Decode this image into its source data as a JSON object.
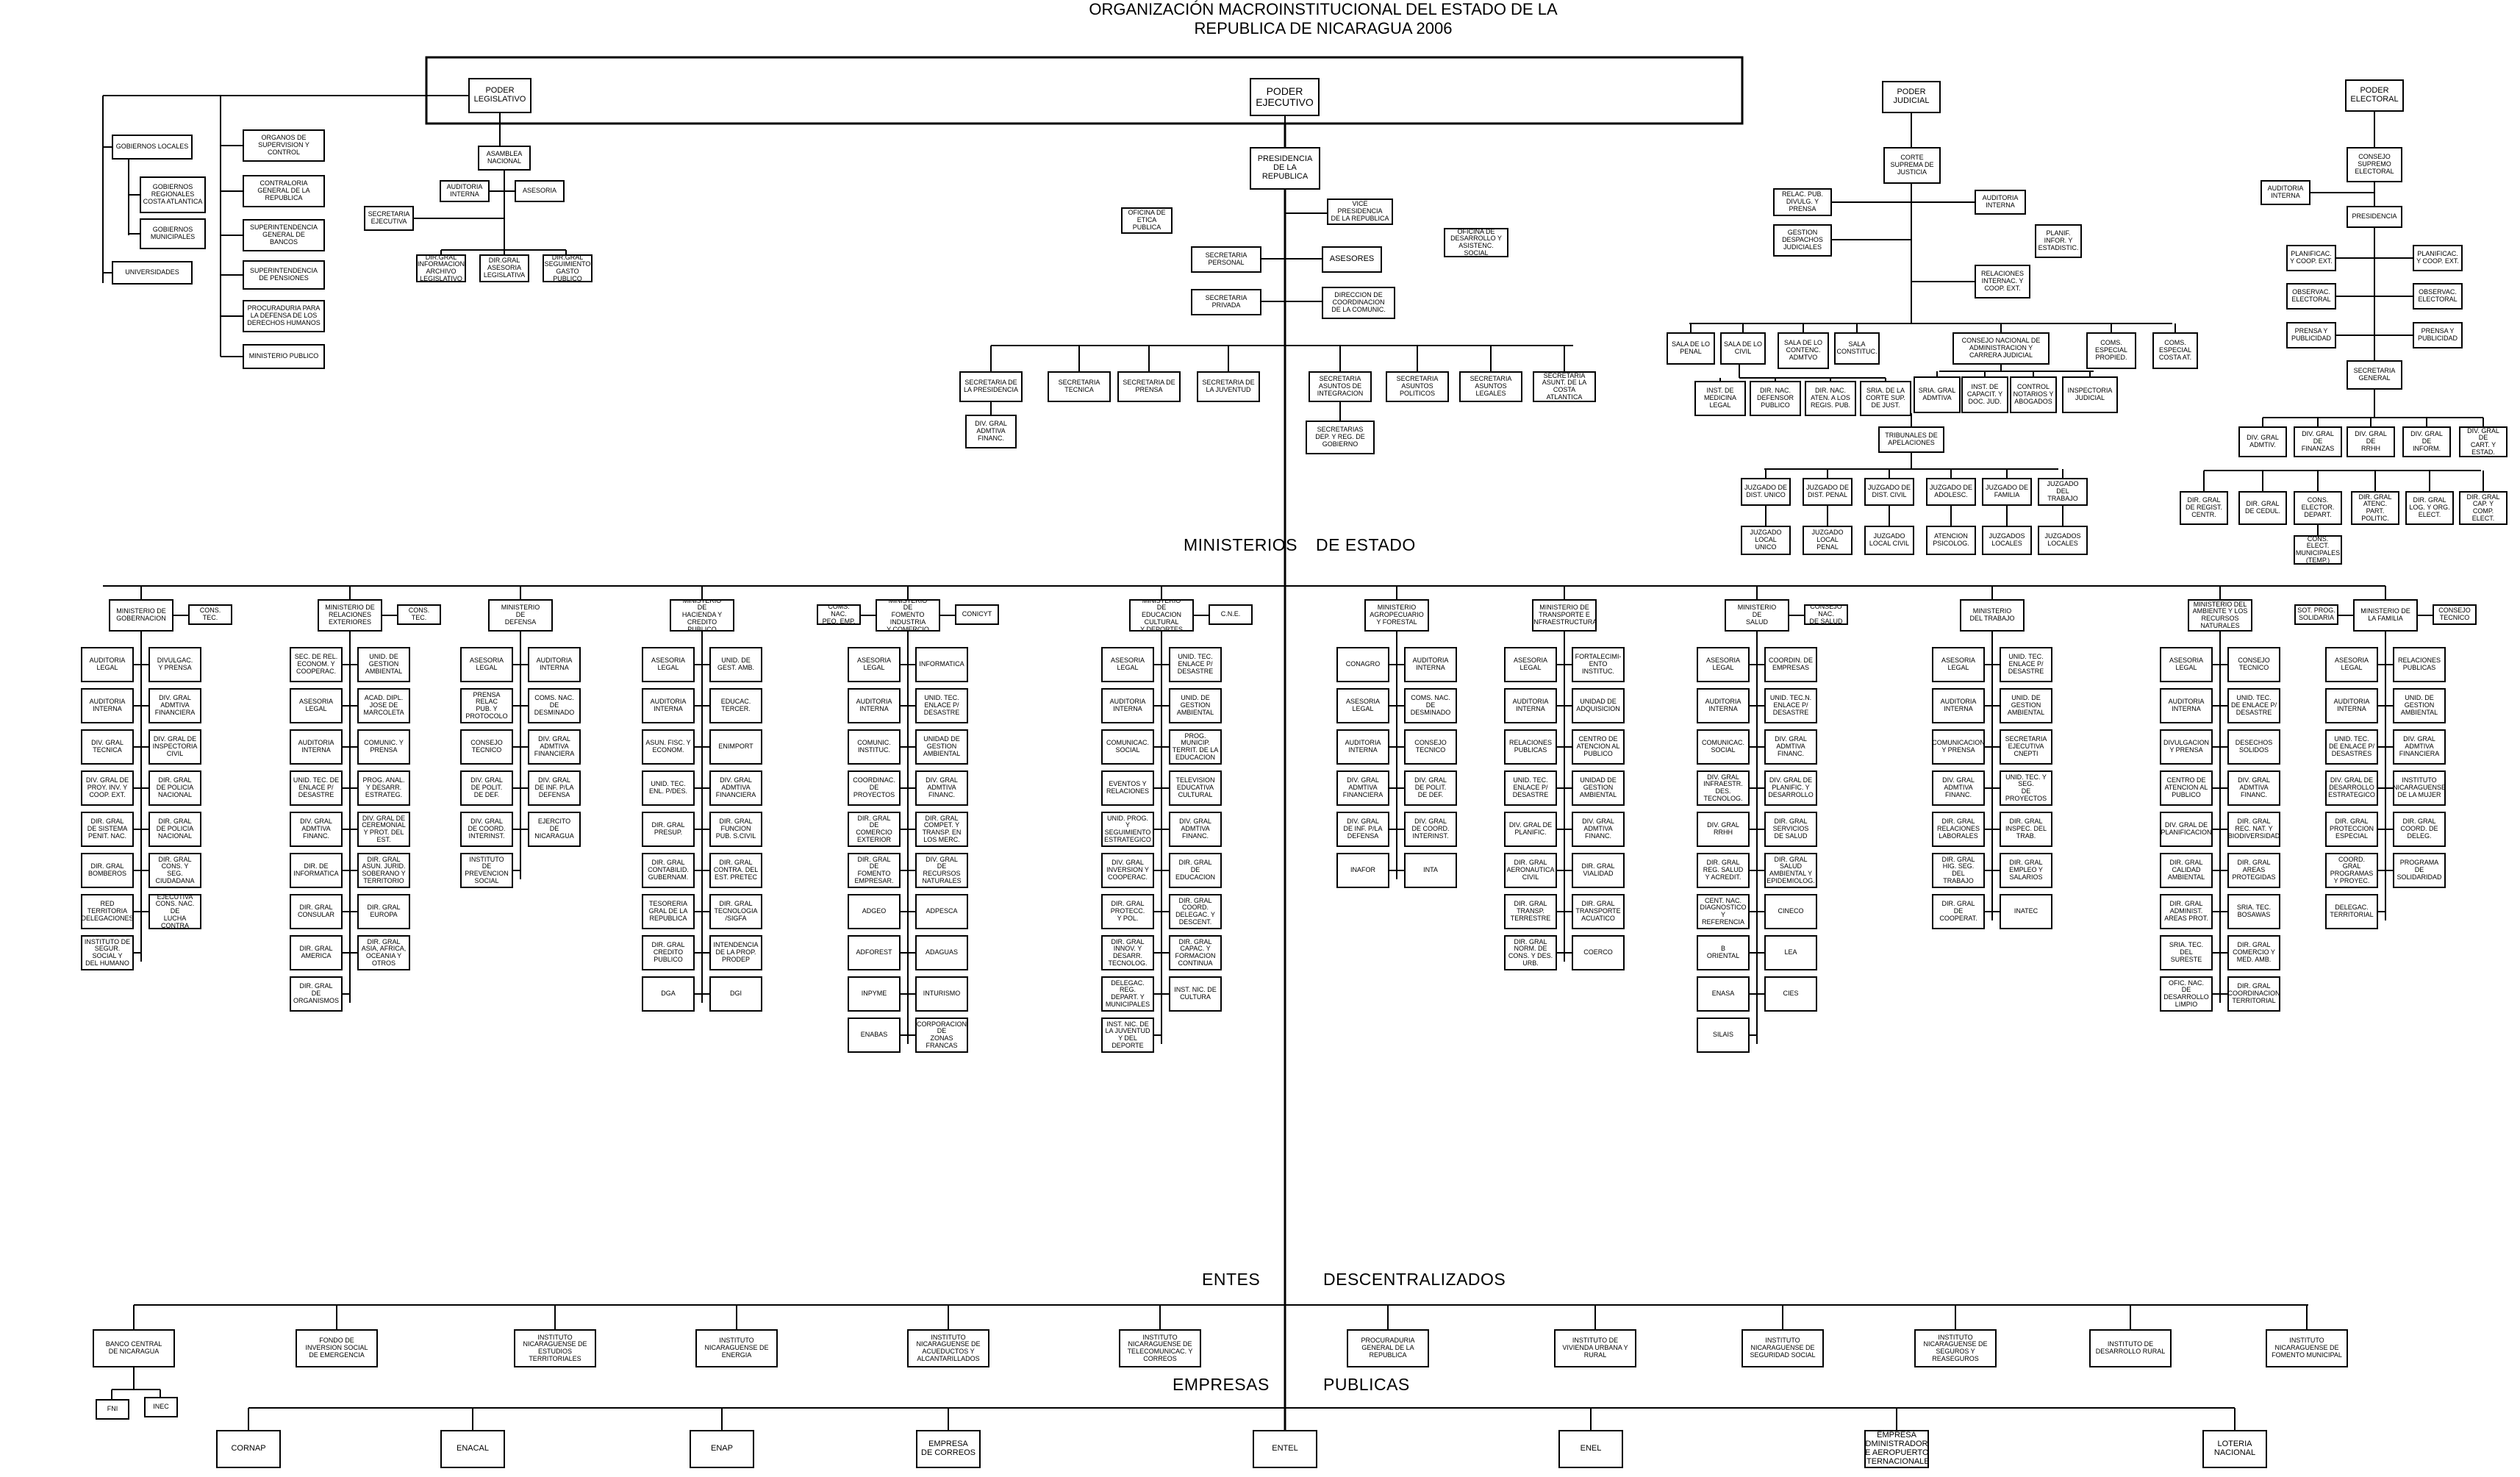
{
  "title": {
    "line1": "ORGANIZACIÓN MACROINSTITUCIONAL DEL ESTADO DE LA",
    "line2": "REPUBLICA DE NICARAGUA 2006"
  },
  "section_labels": {
    "ministerios": "MINISTERIOS",
    "de_estado": "DE ESTADO",
    "entes": "ENTES",
    "descentralizados": "DESCENTRALIZADOS",
    "empresas": "EMPRESAS",
    "publicas": "PUBLICAS"
  },
  "powers": {
    "legislativo": "PODER\nLEGISLATIVO",
    "ejecutivo": "PODER\nEJECUTIVO",
    "judicial": "PODER\nJUDICIAL",
    "electoral": "PODER\nELECTORAL"
  },
  "legislativo_side": {
    "gobiernos_locales": "GOBIERNOS LOCALES",
    "gob_regionales": "GOBIERNOS\nREGIONALES\nCOSTA ATLANTICA",
    "gob_municipales": "GOBIERNOS\nMUNICIPALES",
    "universidades": "UNIVERSIDADES",
    "organos_supervision": "ORGANOS DE\nSUPERVISION Y\nCONTROL",
    "contraloria": "CONTRALORIA\nGENERAL DE LA\nREPUBLICA",
    "superintendencia_bancos": "SUPERINTENDENCIA\nGENERAL DE\nBANCOS",
    "superintendencia_pensiones": "SUPERINTENDENCIA\nDE PENSIONES",
    "procuraduria_ddhh": "PROCURADURIA PARA\nLA DEFENSA DE LOS\nDERECHOS HUMANOS",
    "ministerio_publico": "MINISTERIO PUBLICO",
    "asamblea": "ASAMBLEA\nNACIONAL",
    "auditoria": "AUDITORIA\nINTERNA",
    "asesoria": "ASESORIA",
    "secretaria_ejecutiva": "SECRETARIA\nEJECUTIVA",
    "dir_informacion": "DIR.GRAL\nINFORMACION\nARCHIVO\nLEGISLATIVO",
    "dir_asesoria": "DIR.GRAL\nASESORIA\nLEGISLATIVA",
    "dir_seguimiento": "DIR.GRAL\nSEGUIMIENTO\nGASTO PUBLICO"
  },
  "ejecutivo_side": {
    "presidencia": "PRESIDENCIA\nDE LA\nREPUBLICA",
    "vicepresidencia": "VICE PRESIDENCIA\nDE LA REPUBLICA",
    "etica": "OFICINA DE\nETICA PUBLICA",
    "desarrollo": "OFICINA DE\nDESARROLLO Y\nASISTENC. SOCIAL",
    "sec_personal": "SECRETARIA\nPERSONAL",
    "asesores": "ASESORES",
    "sec_privada": "SECRETARIA\nPRIVADA",
    "coordinacion": "DIRECCION DE\nCOORDINACION\nDE LA COMUNIC.",
    "sec_presidencia": "SECRETARIA DE\nLA PRESIDENCIA",
    "sec_tecnica": "SECRETARIA\nTECNICA",
    "sec_prensa": "SECRETARIA DE\nPRENSA",
    "sec_juventud": "SECRETARIA DE\nLA JUVENTUD",
    "sec_integracion": "SECRETARIA\nASUNTOS DE\nINTEGRACION",
    "sec_politicos": "SECRETARIA\nASUNTOS\nPOLITICOS",
    "sec_legales": "SECRETARIA\nASUNTOS\nLEGALES",
    "sec_costa": "SECRETARIA\nASUNT. DE LA\nCOSTA ATLANTICA",
    "dir_admin_financ": "DIV. GRAL\nADMTIVA\nFINANC.",
    "sec_reg_gobierno": "SECRETARIAS\nDEP. Y REG. DE\nGOBIERNO"
  },
  "judicial_side": {
    "corte": "CORTE\nSUPREMA DE\nJUSTICIA",
    "relac_publ": "RELAC. PUB.\nDIVULG. Y\nPRENSA",
    "auditoria": "AUDITORIA\nINTERNA",
    "gestion": "GESTION\nDESPACHOS\nJUDICIALES",
    "planif": "PLANIF.\nINFOR. Y\nESTADISTIC.",
    "relaciones": "RELACIONES\nINTERNAC. Y\nCOOP. EXT.",
    "sala_penal": "SALA DE LO\nPENAL",
    "sala_civil": "SALA DE LO\nCIVIL",
    "sala_contenc": "SALA DE LO\nCONTENC.\nADMTVO",
    "sala_constit": "SALA\nCONSTITUC.",
    "consejo_nac": "CONSEJO NACIONAL DE\nADMINISTRACION Y\nCARRERA JUDICIAL",
    "com_propied": "COMS.\nESPECIAL\nPROPIED.",
    "com_costa": "COMS.\nESPECIAL\nCOSTA AT.",
    "inst_medicina": "INST. DE\nMEDICINA\nLEGAL",
    "dir_defensor": "DIR. NAC.\nDEFENSOR\nPUBLICO",
    "dir_aten_regis": "DIR. NAC.\nATEN. A LOS\nREGIS. PUB.",
    "sria_corte": "SRIA. DE LA\nCORTE SUP.\nDE JUST.",
    "sria_admin": "SRIA. GRAL\nADMTIVA",
    "inst_capacit": "INST. DE\nCAPACIT. Y\nDOC. JUD.",
    "control_notarios": "CONTROL\nNOTARIOS Y\nABOGADOS",
    "inspectoria": "INSPECTORIA\nJUDICIAL",
    "tribunales": "TRIBUNALES DE\nAPELACIONES",
    "juz_unico": "JUZGADO DE\nDIST. UNICO",
    "juz_penal": "JUZGADO DE\nDIST. PENAL",
    "juz_civil": "JUZGADO DE\nDIST. CIVIL",
    "juz_adolesc": "JUZGADO DE\nADOLESC.",
    "juz_familia": "JUZGADO DE\nFAMILIA",
    "juz_trabajo": "JUZGADO\nDEL TRABAJO",
    "loc_unico": "JUZGADO\nLOCAL UNICO",
    "loc_penal": "JUZGADO\nLOCAL PENAL",
    "loc_civil": "JUZGADO\nLOCAL CIVIL",
    "atencion": "ATENCION\nPSICOLOG.",
    "juz_locales": "JUZGADOS\nLOCALES",
    "juz_locales2": "JUZGADOS\nLOCALES"
  },
  "electoral_side": {
    "consejo": "CONSEJO\nSUPREMO\nELECTORAL",
    "auditoria": "AUDITORIA\nINTERNA",
    "presidencia": "PRESIDENCIA",
    "planific1": "PLANIFICAC.\nY COOP. EXT.",
    "planific2": "PLANIFICAC.\nY COOP. EXT.",
    "observ1": "OBSERVAC.\nELECTORAL",
    "observ2": "OBSERVAC.\nELECTORAL",
    "prensa1": "PRENSA Y\nPUBLICIDAD",
    "prensa2": "PRENSA Y\nPUBLICIDAD",
    "secretaria": "SECRETARIA\nGENERAL",
    "admin": "DIV. GRAL\nADMTIV.",
    "finanzas": "DIV. GRAL DE\nFINANZAS",
    "rrhh": "DIV. GRAL DE\nRRHH",
    "inform": "DIV. GRAL DE\nINFORM.",
    "cart": "DIV. GRAL DE\nCART. Y\nESTAD.",
    "regist": "DIR. GRAL\nDE REGIST.\nCENTR.",
    "cedul": "DIR. GRAL\nDE CEDUL.",
    "cons_elector": "CONS.\nELECTOR.\nDEPART.",
    "atenc_polit": "DIR. GRAL\nATENC. PART.\nPOLITIC.",
    "log_org": "DIR. GRAL\nLOG. Y ORG.\nELECT.",
    "cap_comp": "DIR. GRAL\nCAP. Y COMP.\nELECT.",
    "cons_municip": "CONS. ELECT.\nMUNICIPALES\n(TEMP.)"
  },
  "ministries": [
    {
      "name": "MINISTERIO DE\nGOBERNACION",
      "side": "CONS.\nTEC.",
      "items": [
        "AUDITORIA\nLEGAL",
        "DIVULGAC.\nY PRENSA",
        "AUDITORIA\nINTERNA",
        "DIV. GRAL\nADMTIVA\nFINANCIERA",
        "DIV. GRAL\nTECNICA",
        "DIV. GRAL DE\nINSPECTORIA\nCIVIL",
        "DIV. GRAL DE\nPROY. INV. Y\nCOOP. EXT.",
        "DIR. GRAL\nDE POLICIA\nNACIONAL",
        "DIR. GRAL\nDE SISTEMA\nPENIT. NAC.",
        "DIR. GRAL\nDE POLICIA\nNACIONAL",
        "DIR. GRAL\nBOMBEROS",
        "DIR. GRAL\nCONS. Y\nSEG.\nCIUDADANA",
        "RED\nTERRITORIA\nDELEGACIONES",
        "SRIA. EJECUTIVA\nCONS. NAC. DE\nLUCHA CONTRA\nLAS DROGAS",
        "INSTITUTO DE\nSEGUR. SOCIAL Y\nDEL HUMANO"
      ]
    },
    {
      "name": "MINISTERIO DE\nRELACIONES\nEXTERIORES",
      "side": "CONS.\nTEC.",
      "items": [
        "SEC. DE REL.\nECONOM. Y\nCOOPERAC.",
        "UNID. DE\nGESTION\nAMBIENTAL",
        "ASESORIA\nLEGAL",
        "ACAD. DIPL.\nJOSE DE\nMARCOLETA",
        "AUDITORIA\nINTERNA",
        "COMUNIC. Y\nPRENSA",
        "UNID. TEC. DE\nENLACE P/\nDESASTRE",
        "PROG. ANAL.\nY DESARR.\nESTRATEG.",
        "DIV. GRAL\nADMTIVA\nFINANC.",
        "DIV. GRAL DE\nCEREMONIAL\nY PROT. DEL\nEST.",
        "DIR. DE\nINFORMATICA",
        "DIR. GRAL\nASUN. JURID.\nSOBERANO Y\nTERRITORIO",
        "DIR. GRAL\nCONSULAR",
        "DIR. GRAL\nEUROPA",
        "DIR. GRAL\nAMERICA",
        "DIR. GRAL\nASIA, AFRICA,\nOCEANIA Y\nOTROS",
        "DIR. GRAL\nDE\nORGANISMOS"
      ]
    },
    {
      "name": "MINISTERIO\nDE\nDEFENSA",
      "items": [
        "ASESORIA\nLEGAL",
        "AUDITORIA\nINTERNA",
        "PRENSA RELAC\nPUB. Y\nPROTOCOLO",
        "COMS. NAC.\nDE\nDESMINADO",
        "CONSEJO\nTECNICO",
        "DIV. GRAL\nADMTIVA\nFINANCIERA",
        "DIV. GRAL\nDE POLIT.\nDE DEF.",
        "DIV. GRAL\nDE INF. P/LA\nDEFENSA",
        "DIV. GRAL\nDE COORD.\nINTERINST.",
        "EJERCITO\nDE\nNICARAGUA",
        "INSTITUTO\nDE\nPREVENCION\nSOCIAL"
      ]
    },
    {
      "name": "MINISTERIO\nDE\nHACIENDA Y\nCREDITO PUBLICO",
      "items": [
        "ASESORIA\nLEGAL",
        "UNID. DE\nGEST. AMB.",
        "AUDITORIA\nINTERNA",
        "EDUCAC.\nTERCER.",
        "ASUN. FISC. Y\nECONOM.",
        "ENIMPORT",
        "UNID. TEC.\nENL. P/DES.",
        "DIV. GRAL\nADMTIVA\nFINANCIERA",
        "DIR. GRAL\nPRESUP.",
        "DIR. GRAL\nFUNCION\nPUB. S.CIVIL",
        "DIR. GRAL\nCONTABILID.\nGUBERNAM.",
        "DIR. GRAL\nCONTRA. DEL\nEST. PRETEC",
        "TESORERIA\nGRAL DE LA\nREPUBLICA",
        "DIR. GRAL\nTECNOLOGIA\n/SIGFA",
        "DIR. GRAL\nCREDITO\nPUBLICO",
        "INTENDENCIA\nDE LA PROP.\nPRODEP",
        "DGA",
        "DGI"
      ]
    },
    {
      "name": "MINISTERIO\nDE\nFOMENTO INDUSTRIA\nY COMERCIO",
      "side": "CONICYT",
      "side2": "COMS. NAC.\nPEQ. EMP.",
      "items": [
        "ASESORIA\nLEGAL",
        "INFORMATICA",
        "AUDITORIA\nINTERNA",
        "UNID. TEC.\nENLACE P/\nDESASTRE",
        "COMUNIC.\nINSTITUC.",
        "UNIDAD DE\nGESTION\nAMBIENTAL",
        "COORDINAC.\nDE\nPROYECTOS",
        "DIV. GRAL\nADMTIVA\nFINANC.",
        "DIR. GRAL\nDE\nCOMERCIO\nEXTERIOR",
        "DIR. GRAL\nCOMPET. Y\nTRANSP. EN\nLOS MERC.",
        "DIR. GRAL\nDE\nFOMENTO\nEMPRESAR.",
        "DIV. GRAL\nDE\nRECURSOS\nNATURALES",
        "ADGEO",
        "ADPESCA",
        "ADFOREST",
        "ADAGUAS",
        "INPYME",
        "INTURISMO",
        "ENABAS",
        "CORPORACION DE\nZONAS FRANCAS"
      ]
    },
    {
      "name": "MINISTERIO\nDE\nEDUCACION CULTURAL\nY DEPORTES",
      "side": "C.N.E.",
      "items": [
        "ASESORIA\nLEGAL",
        "UNID. TEC.\nENLACE P/\nDESASTRE",
        "AUDITORIA\nINTERNA",
        "UNID. DE\nGESTION\nAMBIENTAL",
        "COMUNICAC.\nSOCIAL",
        "PROG. MUNICIP.\nTERRIT. DE LA\nEDUCACION",
        "EVENTOS Y\nRELACIONES",
        "TELEVISION\nEDUCATIVA\nCULTURAL",
        "UNID. PROG. Y\nSEGUIMIENTO\nESTRATEGICO",
        "DIV. GRAL\nADMTIVA\nFINANC.",
        "DIV. GRAL\nINVERSION Y\nCOOPERAC.",
        "DIR. GRAL\nDE\nEDUCACION",
        "DIR. GRAL\nPROTECC.\nY POL.",
        "DIR. GRAL\nCOORD.\nDELEGAC. Y\nDESCENT.",
        "DIR. GRAL\nINNOV. Y\nDESARR.\nTECNOLOG.",
        "DIR. GRAL\nCAPAC. Y\nFORMACION\nCONTINUA",
        "DELEGAC.\nREG.\nDEPART. Y\nMUNICIPALES",
        "INST. NIC. DE\nCULTURA",
        "INST. NIC. DE\nLA JUVENTUD\nY DEL\nDEPORTE"
      ]
    },
    {
      "name": "MINISTERIO\nAGROPECUARIO\nY FORESTAL",
      "items": [
        "CONAGRO",
        "AUDITORIA\nINTERNA",
        "ASESORIA\nLEGAL",
        "COMS. NAC.\nDE\nDESMINADO",
        "AUDITORIA\nINTERNA",
        "CONSEJO\nTECNICO",
        "DIV. GRAL\nADMTIVA\nFINANCIERA",
        "DIV. GRAL\nDE POLIT.\nDE DEF.",
        "DIV. GRAL\nDE INF. P/LA\nDEFENSA",
        "DIV. GRAL\nDE COORD.\nINTERINST.",
        "INAFOR",
        "INTA"
      ]
    },
    {
      "name": "MINISTERIO DE\nTRANSPORTE E\nINFRAESTRUCTURA",
      "items": [
        "ASESORIA\nLEGAL",
        "FORTALECIMI-\nENTO INSTITUC.",
        "AUDITORIA\nINTERNA",
        "UNIDAD DE\nADQUISICION",
        "RELACIONES\nPUBLICAS",
        "CENTRO DE\nATENCION AL\nPUBLICO",
        "UNID. TEC.\nENLACE P/\nDESASTRE",
        "UNIDAD DE\nGESTION\nAMBIENTAL",
        "DIV. GRAL DE\nPLANIFIC.",
        "DIV. GRAL\nADMTIVA\nFINANC.",
        "DIR. GRAL\nAERONAUTICA\nCIVIL",
        "DIR. GRAL\nVIALIDAD",
        "DIR. GRAL\nTRANSP.\nTERRESTRE",
        "DIR. GRAL\nTRANSPORTE\nACUATICO",
        "DIR. GRAL\nNORM. DE\nCONS. Y DES.\nURB.",
        "COERCO"
      ]
    },
    {
      "name": "MINISTERIO\nDE\nSALUD",
      "side": "CONSEJO NAC.\nDE SALUD",
      "items": [
        "ASESORIA\nLEGAL",
        "COORDIN. DE\nEMPRESAS",
        "AUDITORIA\nINTERNA",
        "UNID. TEC.N.\nENLACE P/\nDESASTRE",
        "COMUNICAC.\nSOCIAL",
        "DIV. GRAL\nADMTIVA\nFINANC.",
        "DIV. GRAL\nINFRAESTR.\nDES.\nTECNOLOG.",
        "DIV. GRAL DE\nPLANIFIC. Y\nDESARROLLO",
        "DIV. GRAL\nRRHH",
        "DIR. GRAL\nSERVICIOS\nDE SALUD",
        "DIR. GRAL\nREG. SALUD\nY ACREDIT.",
        "DIR. GRAL\nSALUD\nAMBIENTAL Y\nEPIDEMIOLOG.",
        "CENT. NAC.\nDIAGNOSTICO\nY\nREFERENCIA",
        "CINECO",
        "B\nORIENTAL",
        "LEA",
        "ENASA",
        "CIES",
        "SILAIS"
      ]
    },
    {
      "name": "MINISTERIO\nDEL TRABAJO",
      "items": [
        "ASESORIA\nLEGAL",
        "UNID. TEC.\nENLACE P/\nDESASTRE",
        "AUDITORIA\nINTERNA",
        "UNID. DE\nGESTION\nAMBIENTAL",
        "COMUNICACION\nY PRENSA",
        "SECRETARIA\nEJECUTIVA\nCNEPTI",
        "DIV. GRAL\nADMTIVA\nFINANC.",
        "UNID. TEC. Y SEG.\nDE\nPROYECTOS",
        "DIR. GRAL\nRELACIONES\nLABORALES",
        "DIR. GRAL\nINSPEC. DEL\nTRAB.",
        "DIR. GRAL\nHIG. SEG.\nDEL\nTRABAJO",
        "DIR. GRAL\nEMPLEO Y\nSALARIOS",
        "DIR. GRAL\nDE\nCOOPERAT.",
        "INATEC"
      ]
    },
    {
      "name": "MINISTERIO DEL\nAMBIENTE Y LOS\nRECURSOS\nNATURALES",
      "items": [
        "ASESORIA\nLEGAL",
        "CONSEJO\nTECNICO",
        "AUDITORIA\nINTERNA",
        "UNID. TEC.\nDE ENLACE P/\nDESASTRE",
        "DIVULGACION\nY PRENSA",
        "DESECHOS\nSOLIDOS",
        "CENTRO DE\nATENCION AL\nPUBLICO",
        "DIV. GRAL\nADMTIVA\nFINANC.",
        "DIV. GRAL DE\nPLANIFICACION",
        "DIR. GRAL\nREC. NAT. Y\nBIODIVERSIDAD",
        "DIR. GRAL\nCALIDAD\nAMBIENTAL",
        "DIR. GRAL\nAREAS\nPROTEGIDAS",
        "DIR. GRAL\nADMINIST.\nAREAS PROT.",
        "SRIA. TEC.\nBOSAWAS",
        "SRIA. TEC.\nDEL\nSURESTE",
        "DIR. GRAL\nCOMERCIO Y\nMED. AMB.",
        "OFIC. NAC.\nDE\nDESARROLLO\nLIMPIO",
        "DIR. GRAL\nCOORDINACION\nTERRITORIAL"
      ]
    },
    {
      "name": "MINISTERIO DE\nLA FAMILIA",
      "side": "CONSEJO\nTECNICO",
      "side2": "SOT. PROG.\nSOLIDARIA",
      "items": [
        "ASESORIA\nLEGAL",
        "RELACIONES\nPUBLICAS",
        "AUDITORIA\nINTERNA",
        "UNID. DE\nGESTION\nAMBIENTAL",
        "UNID. TEC.\nDE ENLACE P/\nDESASTRES",
        "DIV. GRAL\nADMTIVA\nFINANCIERA",
        "DIV. GRAL DE\nDESARROLLO\nESTRATEGICO",
        "INSTITUTO\nNICARAGUENSE\nDE LA MUJER",
        "DIR. GRAL\nPROTECCION\nESPECIAL",
        "DIR. GRAL\nCOORD. DE\nDELEG.",
        "COORD.\nGRAL\nPROGRAMAS\nY PROYEC.",
        "PROGRAMA\nDE\nSOLIDARIDAD",
        "DELEGAC.\nTERRITORIAL"
      ]
    }
  ],
  "entes": [
    "BANCO CENTRAL\nDE NICARAGUA",
    "FONDO DE\nINVERSION SOCIAL\nDE EMERGENCIA",
    "INSTITUTO\nNICARAGUENSE DE\nESTUDIOS\nTERRITORIALES",
    "INSTITUTO\nNICARAGUENSE DE\nENERGIA",
    "INSTITUTO\nNICARAGUENSE DE\nACUEDUCTOS Y\nALCANTARILLADOS",
    "INSTITUTO\nNICARAGUENSE DE\nTELECOMUNICAC. Y\nCORREOS",
    "PROCURADURIA\nGENERAL DE LA\nREPUBLICA",
    "INSTITUTO DE\nVIVIENDA URBANA Y\nRURAL",
    "INSTITUTO\nNICARAGUENSE DE\nSEGURIDAD SOCIAL",
    "INSTITUTO\nNICARAGUENSE DE\nSEGUROS Y\nREASEGUROS",
    "INSTITUTO DE\nDESARROLLO RURAL",
    "INSTITUTO\nNICARAGUENSE DE\nFOMENTO MUNICIPAL"
  ],
  "entes_sub": [
    "FNI",
    "INEC"
  ],
  "empresas": [
    "CORNAP",
    "ENACAL",
    "ENAP",
    "EMPRESA\nDE CORREOS",
    "ENTEL",
    "ENEL",
    "EMPRESA\nADMINISTRADORA\nDE AEROPUERTOS\nINTERNACIONALES",
    "LOTERIA\nNACIONAL"
  ]
}
